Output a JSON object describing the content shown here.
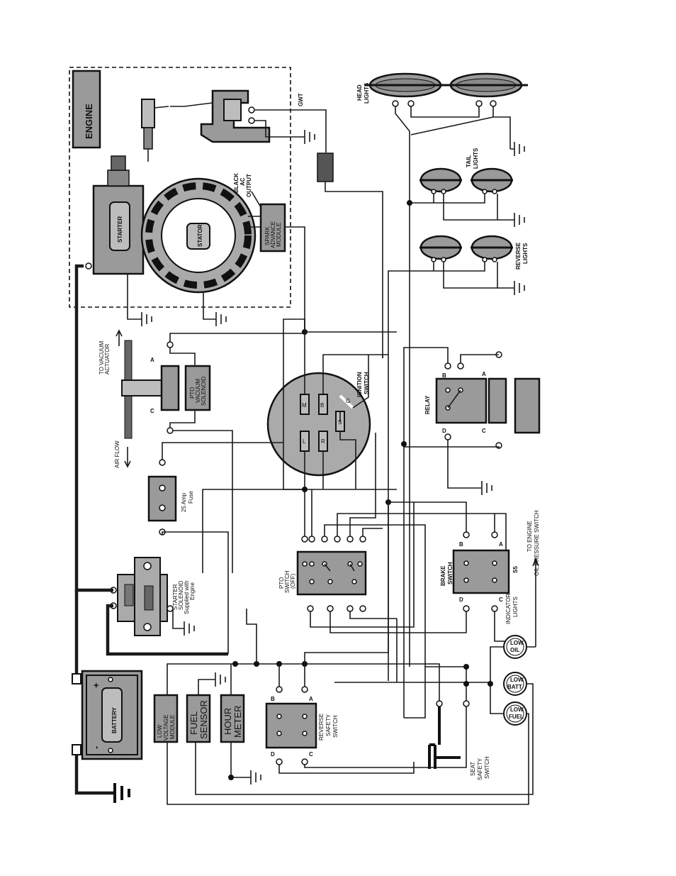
{
  "labels": {
    "engine": "ENGINE",
    "starter": "STARTER",
    "stator": "STATOR",
    "black_ac": "BLACK",
    "ac": "AC",
    "output": "OUTPUT",
    "spark1": "SPARK",
    "spark2": "ADVANCE",
    "spark3": "MODULE",
    "gwt": "GWT",
    "head1": "HEAD",
    "head2": "LIGHTS",
    "tail1": "TAIL",
    "tail2": "LIGHTS",
    "rev1": "REVERSE",
    "rev2": "LIGHTS",
    "vac1": "TO VACUUM",
    "vac2": "ACTUATOR",
    "airflow": "AIR FLOW",
    "pto_vac1": "PTO",
    "pto_vac2": "VACUUM",
    "pto_vac3": "SOLENOID",
    "term_a": "A",
    "term_b": "B",
    "term_c": "C",
    "term_d": "D",
    "ign1": "IGNITION",
    "ign2": "SWITCH",
    "ign_m": "M",
    "ign_b": "B",
    "ign_g": "G",
    "ign_s": "S",
    "ign_l": "L",
    "ign_r": "R",
    "relay": "RELAY",
    "fuse1": "25 Amp",
    "fuse2": "Fuse",
    "pto1": "PTO",
    "pto2": "SWITCH",
    "pto3": "(OFF)",
    "brake1": "BRAKE",
    "brake2": "SWITCH",
    "s5": "S5",
    "oil1": "TO ENGINE",
    "oil2": "OIL PRESSURE SWITCH",
    "sol1": "STARTER",
    "sol2": "SOLENOID",
    "sol3": "Supplied with",
    "sol4": "Engine",
    "ind1": "INDICATOR",
    "ind2": "LIGHTS",
    "low_oil1": "LOW",
    "low_oil2": "OIL",
    "low_batt1": "LOW",
    "low_batt2": "BATT.",
    "low_fuel1": "LOW",
    "low_fuel2": "FUEL",
    "battery": "BATTERY",
    "plus": "+",
    "minus": "-",
    "lvm1": "LOW",
    "lvm2": "VOLTAGE",
    "lvm3": "MODULE",
    "fuel1": "FUEL",
    "fuel2": "SENSOR",
    "hour1": "HOUR",
    "hour2": "METER",
    "rev_sw1": "REVERSE",
    "rev_sw2": "SAFETY",
    "rev_sw3": "SWITCH",
    "seat1": "SEAT",
    "seat2": "SAFETY",
    "seat3": "SWITCH"
  },
  "colors": {
    "ink": "#1a1a1a",
    "component_fill": "#9a9a9a",
    "light_fill": "#bdbdbd",
    "page": "#ffffff"
  }
}
